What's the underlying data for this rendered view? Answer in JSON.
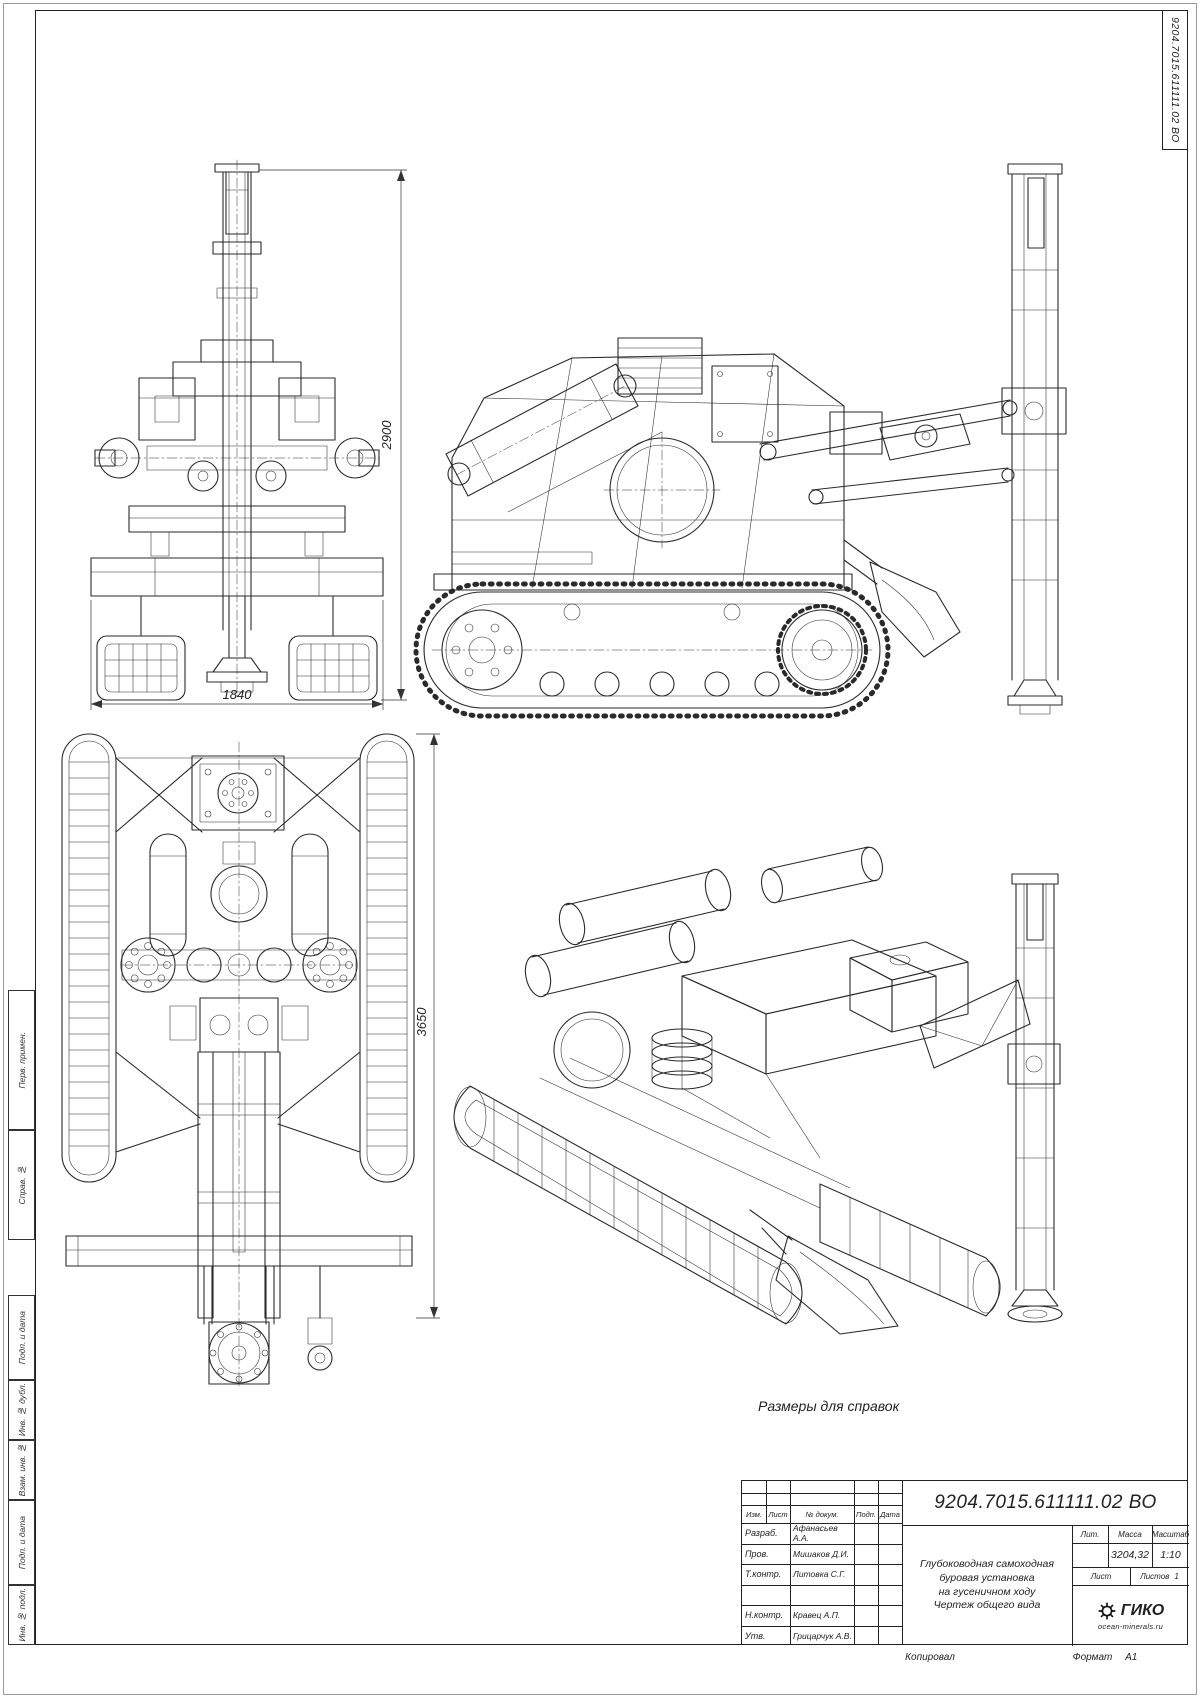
{
  "sheet": {
    "corner_code": "9204.7015.611111.02 ВО",
    "reference_note": "Размеры для справок",
    "copied_label": "Копировал",
    "format_label": "Формат",
    "format_value": "А1"
  },
  "left_margin": {
    "fields": [
      {
        "label": "Перв. примен."
      },
      {
        "label": "Справ. №"
      },
      {
        "label": "Подп. и дата"
      },
      {
        "label": "Инв. № дубл."
      },
      {
        "label": "Взам. инв. №"
      },
      {
        "label": "Подп. и дата"
      },
      {
        "label": "Инв. № подл."
      }
    ]
  },
  "dimensions": {
    "front_height": "2900",
    "front_width": "1840",
    "plan_length": "3650"
  },
  "title_block": {
    "doc_number": "9204.7015.611111.02 ВО",
    "header": {
      "izm": "Изм.",
      "list": "Лист",
      "doc": "№ докум.",
      "podp": "Подп.",
      "data": "Дата"
    },
    "rows": [
      {
        "role": "Разраб.",
        "name": "Афанасьев А.А."
      },
      {
        "role": "Пров.",
        "name": "Мишаков Д.И."
      },
      {
        "role": "Т.контр.",
        "name": "Литовка С.Г."
      },
      {
        "role": "",
        "name": ""
      },
      {
        "role": "Н.контр.",
        "name": "Кравец А.П."
      },
      {
        "role": "Утв.",
        "name": "Грицарчук А.В."
      }
    ],
    "description_lines": [
      "Глубоководная самоходная",
      "буровая установка",
      "на гусеничном ходу",
      "Чертеж общего вида"
    ],
    "lit_label": "Лит.",
    "mass_label": "Масса",
    "scale_label": "Масштаб",
    "mass_value": "3204,32",
    "scale_value": "1:10",
    "sheet_label": "Лист",
    "sheets_label": "Листов",
    "sheets_value": "1",
    "logo_text": "ГИКО",
    "logo_site": "ocean-minerals.ru"
  }
}
